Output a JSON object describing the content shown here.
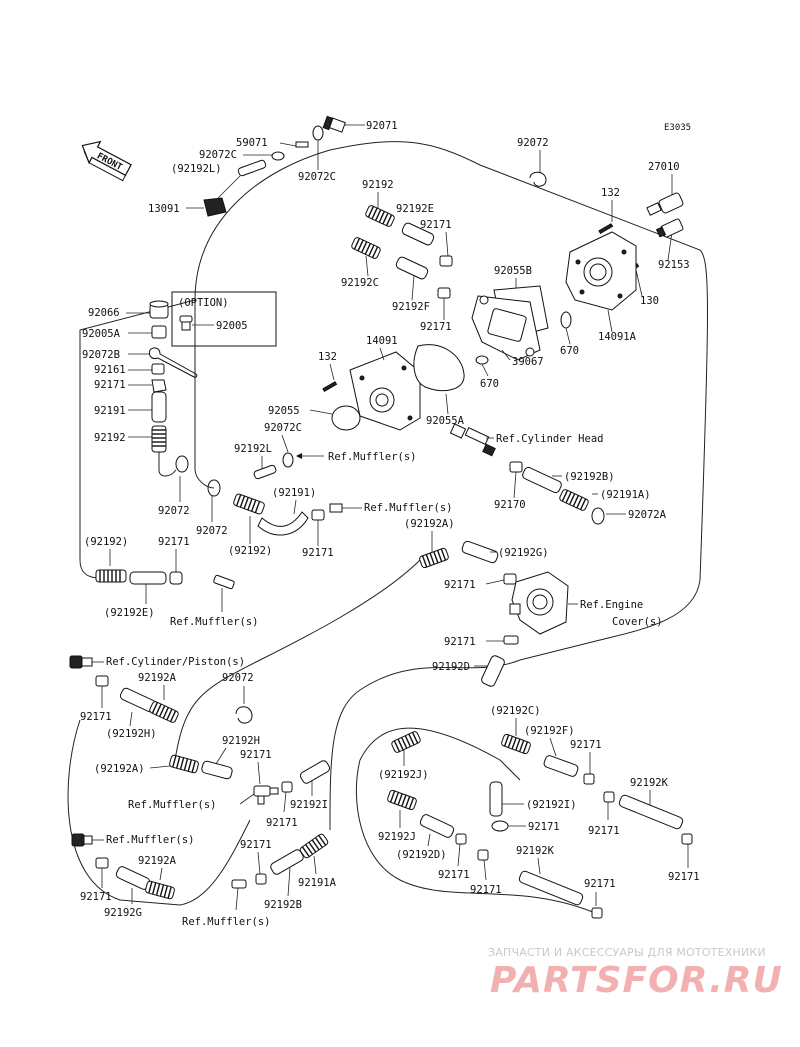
{
  "diagram_code": "E3035",
  "front_label": "FRONT",
  "option_label": "(OPTION)",
  "watermark": {
    "caption": "ЗАПЧАСТИ И АКСЕССУАРЫ ДЛЯ МОТОТЕХНИКИ",
    "logo": "PARTSFOR.RU"
  },
  "labels": {
    "l92071": "92071",
    "l59071": "59071",
    "l92072C_a": "92072C",
    "l92192L": "(92192L)",
    "l92072C_b": "92072C",
    "l13091": "13091",
    "l92072_top": "92072",
    "l27010": "27010",
    "l132_top": "132",
    "l92192_top": "92192",
    "l92192E_top": "92192E",
    "l92171_a": "92171",
    "l92055B": "92055B",
    "l92153": "92153",
    "l92192C_top": "92192C",
    "l92192F_top": "92192F",
    "l92171_b": "92171",
    "l130": "130",
    "l14091A": "14091A",
    "l670_a": "670",
    "l670_b": "670",
    "l39067": "39067",
    "l92066": "92066",
    "l92005A": "92005A",
    "l92005": "92005",
    "l92072B": "92072B",
    "l92161": "92161",
    "l92171_c": "92171",
    "l132_mid": "132",
    "l14091": "14091",
    "l92191": "92191",
    "l92055": "92055",
    "l92055A": "92055A",
    "l92192_left": "92192",
    "l92072C_mid": "92072C",
    "l92192L_mid": "92192L",
    "ref_muffler_1": "Ref.Muffler(s)",
    "ref_cylinder_head": "Ref.Cylinder Head",
    "l92192B_par": "(92192B)",
    "l92191A_par": "(92191A)",
    "l92170": "92170",
    "l92072A": "92072A",
    "l92072_left": "92072",
    "l92072_left2": "92072",
    "l92191_par": "(92191)",
    "ref_muffler_2": "Ref.Muffler(s)",
    "l92192_par_mid": "(92192)",
    "l92171_mid": "92171",
    "l92192A_par": "(92192A)",
    "l92192G_par": "(92192G)",
    "l92192_par_left": "(92192)",
    "l92171_left": "92171",
    "l92192E_par": "(92192E)",
    "ref_muffler_3": "Ref.Muffler(s)",
    "l92171_eng": "92171",
    "ref_engine_cover_1": "Ref.Engine",
    "ref_engine_cover_2": "Cover(s)",
    "l92171_eng2": "92171",
    "l92192D": "92192D",
    "ref_cyl_piston": "Ref.Cylinder/Piston(s)",
    "l92192A_low": "92192A",
    "l92072_low": "92072",
    "l92171_low1": "92171",
    "l92192H_par": "(92192H)",
    "l92192H": "92192H",
    "l92192A_par_low": "(92192A)",
    "l92171_low2": "92171",
    "ref_muffler_4": "Ref.Muffler(s)",
    "l92192I": "92192I",
    "l92171_low3": "92171",
    "l92192J_par": "(92192J)",
    "l92192C_par": "(92192C)",
    "l92192F_par": "(92192F)",
    "l92171_rt1": "92171",
    "l92192I_par": "(92192I)",
    "l92171_rt2": "92171",
    "l92192K_a": "92192K",
    "l92171_rt3": "92171",
    "l92171_rt4": "92171",
    "ref_muffler_5": "Ref.Muffler(s)",
    "l92192A_bot": "92192A",
    "l92171_bot1": "92171",
    "l92192G_bot": "92192G",
    "l92171_bot2": "92171",
    "l92191A_bot": "92191A",
    "l92192B_bot": "92192B",
    "ref_muffler_6": "Ref.Muffler(s)",
    "l92192J": "92192J",
    "l92192D_par": "(92192D)",
    "l92171_bot3": "92171",
    "l92192K_b": "92192K",
    "l92171_bot4": "92171",
    "l92171_bot5": "92171"
  }
}
